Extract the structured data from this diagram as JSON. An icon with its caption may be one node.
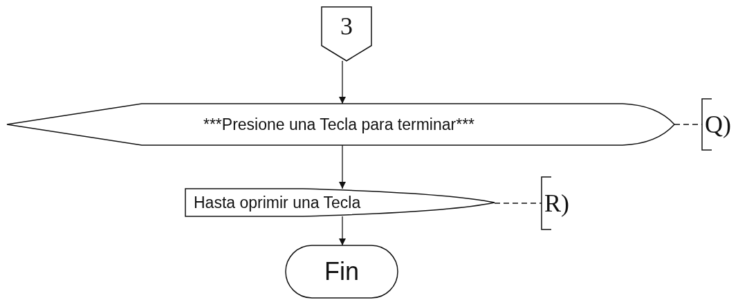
{
  "diagram": {
    "nodes": [
      {
        "text": [
          "3"
        ]
      },
      {
        "text": [
          "***Presione una Tecla para terminar***"
        ]
      },
      {
        "text": [
          "Q)"
        ]
      },
      {
        "text": [
          "Hasta oprimir una Tecla"
        ]
      },
      {
        "text": [
          "R)"
        ]
      },
      {
        "text": [
          "Fin"
        ]
      }
    ],
    "edges": [
      {
        "from": 0,
        "to": 1,
        "arrow": "to"
      },
      {
        "from": 1,
        "to": 2,
        "arrow": "none",
        "style": "dashed"
      },
      {
        "from": 1,
        "to": 3,
        "arrow": "to"
      },
      {
        "from": 3,
        "to": 4,
        "arrow": "none",
        "style": "dashed"
      },
      {
        "from": 3,
        "to": 5,
        "arrow": "to"
      }
    ]
  }
}
